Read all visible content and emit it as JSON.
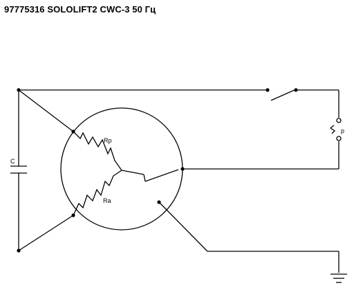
{
  "header": {
    "title": "97775316 SOLOLIFT2 CWC-3 50 Гц"
  },
  "diagram": {
    "capacitor_label": "C",
    "run_winding_label": "Rp",
    "start_winding_label": "Ra",
    "pressure_switch_label": "p",
    "ink_color": "#000000",
    "background_color": "#ffffff"
  }
}
